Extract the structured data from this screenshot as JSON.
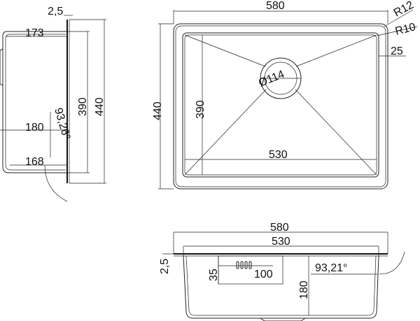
{
  "side_view": {
    "rim_thickness": "2,5",
    "top_depth": "173",
    "depth_mid": "180",
    "bottom_depth": "168",
    "inner_height": "390",
    "outer_height": "440",
    "wall_angle": "93,26°"
  },
  "top_view": {
    "outer_width": "580",
    "outer_height": "440",
    "inner_height": "390",
    "inner_width": "530",
    "corner_radius_outer": "R12",
    "corner_radius_inner": "R10",
    "flange_width": "25",
    "drain_diameter": "Ø114"
  },
  "front_view": {
    "outer_width": "580",
    "inner_width": "530",
    "rim_thickness": "2,5",
    "overflow_offset": "35",
    "overflow_width": "100",
    "depth": "180",
    "wall_angle": "93,21°"
  }
}
